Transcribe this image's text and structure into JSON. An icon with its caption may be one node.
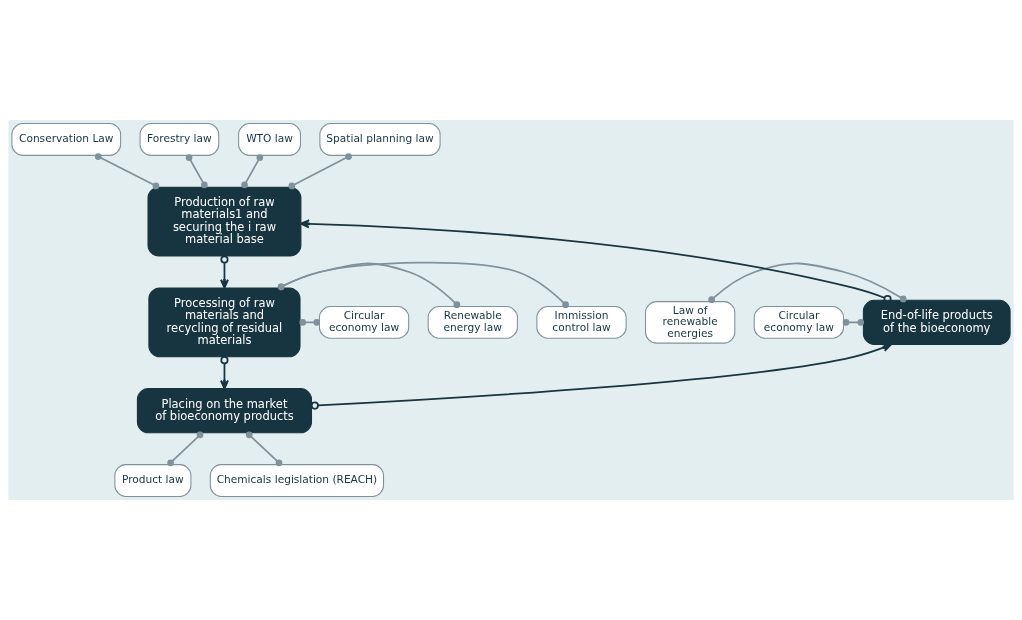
{
  "diagram": {
    "nodes": [
      {
        "text": [
          "Conservation Law"
        ]
      },
      {
        "text": [
          "Forestry law"
        ]
      },
      {
        "text": [
          "WTO law"
        ]
      },
      {
        "text": [
          "Spatial planning law"
        ]
      },
      {
        "text": [
          "Production of raw materials1 and securing the i raw material base"
        ]
      },
      {
        "text": [
          "Law of renewable energies"
        ]
      },
      {
        "text": [
          "Immission control law"
        ]
      },
      {
        "text": [
          "End-of-life products of the bioeconomy"
        ]
      },
      {
        "text": [
          "Processing of raw materials and recycling of residual materials"
        ]
      },
      {
        "text": [
          "Renewable energy law"
        ]
      },
      {
        "text": [
          "Circular economy law"
        ]
      },
      {
        "text": [
          "Placing on the market of bioeconomy products"
        ]
      },
      {
        "text": [
          "Circular economy law"
        ]
      },
      {
        "text": [
          "Product law"
        ]
      },
      {
        "text": [
          "Chemicals legislation (REACH)"
        ]
      }
    ],
    "edges": [
      {
        "from": 0,
        "to": 4,
        "arrow": "other"
      },
      {
        "from": 1,
        "to": 4,
        "arrow": "other"
      },
      {
        "from": 2,
        "to": 4,
        "arrow": "other"
      },
      {
        "from": 3,
        "to": 4,
        "arrow": "other"
      },
      {
        "from": 4,
        "to": 8,
        "arrow": "to",
        "color": "#173441"
      },
      {
        "from": 8,
        "to": 11,
        "arrow": "to",
        "color": "#173441"
      },
      {
        "from": 11,
        "to": 7,
        "arrow": "to",
        "color": "#173441"
      },
      {
        "from": 7,
        "to": 4,
        "arrow": "to",
        "color": "#173441"
      },
      {
        "from": 5,
        "to": 7,
        "arrow": "other"
      },
      {
        "from": 10,
        "to": 7,
        "arrow": "other"
      },
      {
        "from": 8,
        "to": 6,
        "arrow": "other"
      },
      {
        "from": 8,
        "to": 9,
        "arrow": "other"
      },
      {
        "from": 8,
        "to": 12,
        "arrow": "other"
      },
      {
        "from": 11,
        "to": 13,
        "arrow": "other"
      },
      {
        "from": 11,
        "to": 14,
        "arrow": "other"
      }
    ]
  }
}
